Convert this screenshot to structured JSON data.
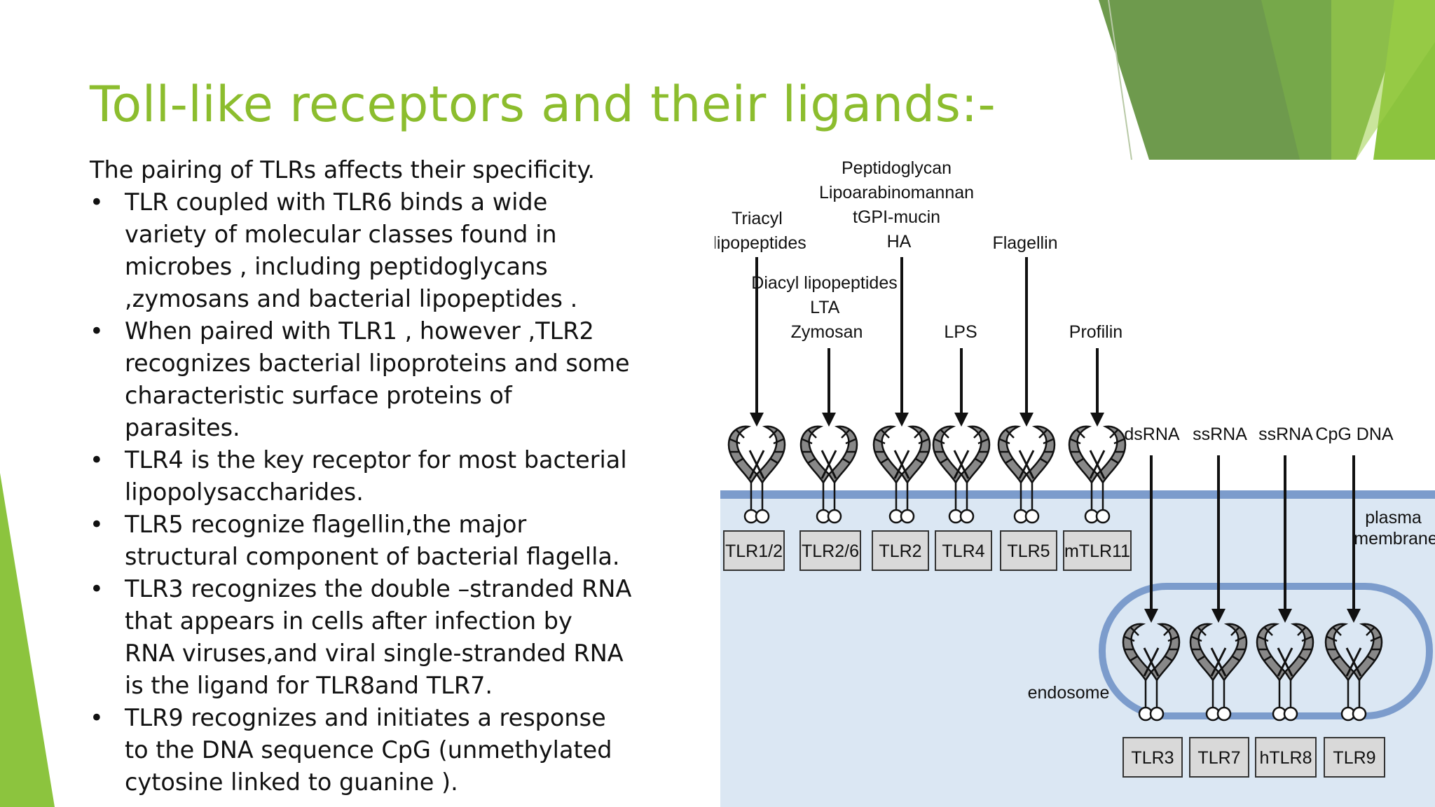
{
  "colors": {
    "title": "#8cbd2e",
    "accent_green": "#8cc43e",
    "dark_green": "#6d9a4c",
    "membrane": "#7c9ccc",
    "cytoplasm": "#dbe7f3",
    "box_fill": "#d9d9d9"
  },
  "slide": {
    "title": "Toll-like receptors and their ligands:-",
    "intro": "The pairing of TLRs affects their specificity.",
    "bullet_glyph": "•",
    "bullets": [
      [
        "TLR coupled with TLR6 binds a  wide",
        "variety of molecular classes found in",
        "microbes , including peptidoglycans",
        ",zymosans and bacterial lipopeptides ."
      ],
      [
        "When paired with TLR1 , however ,TLR2",
        "recognizes bacterial lipoproteins and some",
        "characteristic surface proteins of",
        "parasites."
      ],
      [
        "TLR4 is the key receptor for most bacterial",
        "lipopolysaccharides."
      ],
      [
        "TLR5 recognize flagellin,the major",
        "structural component of bacterial flagella."
      ],
      [
        "TLR3 recognizes the double –stranded RNA",
        "that appears in cells after infection by",
        "RNA viruses,and viral single-stranded RNA",
        "is the ligand for TLR8and TLR7."
      ],
      [
        "TLR9 recognizes and initiates a response",
        "to the DNA sequence CpG (unmethylated",
        "cytosine linked to guanine )."
      ]
    ]
  },
  "diagram": {
    "ligands": {
      "triacyl": [
        "Triacyl",
        "lipopeptides"
      ],
      "peptidoglycan": [
        "Peptidoglycan",
        "Lipoarabinomannan",
        "tGPI-mucin",
        "HA"
      ],
      "diacyl": [
        "Diacyl lipopeptides",
        "LTA",
        "Zymosan"
      ],
      "lps": "LPS",
      "flagellin": "Flagellin",
      "profilin": "Profilin",
      "dsrna": "dsRNA",
      "ssrna1": "ssRNA",
      "ssrna2": "ssRNA",
      "cpg": "CpG DNA"
    },
    "plasma_membrane": [
      "plasma",
      "membrane"
    ],
    "endosome": "endosome",
    "surface_receptors": [
      "TLR1/2",
      "TLR2/6",
      "TLR2",
      "TLR4",
      "TLR5",
      "mTLR11"
    ],
    "endosomal_receptors": [
      "TLR3",
      "TLR7",
      "hTLR8",
      "TLR9"
    ]
  }
}
